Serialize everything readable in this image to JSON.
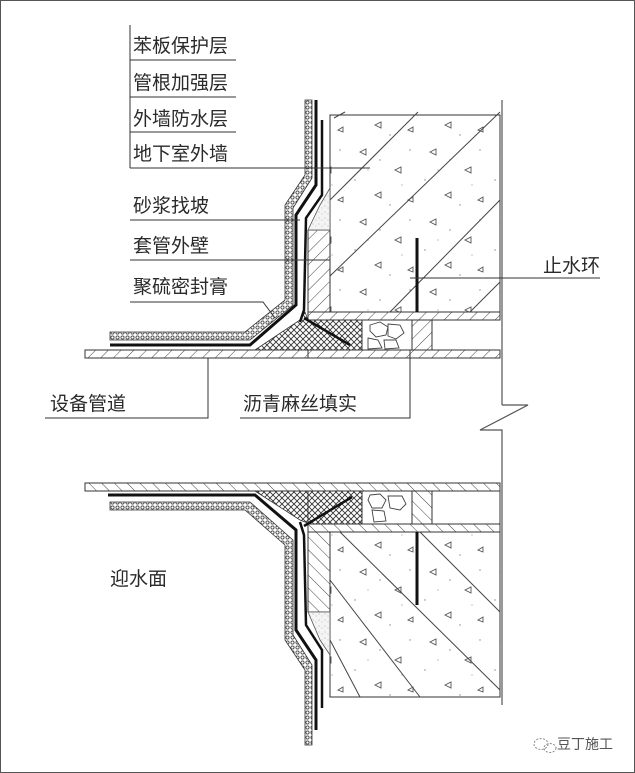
{
  "diagram": {
    "title": "地下室外墙穿墙管道防水构造（套管式）",
    "colors": {
      "line": "#333333",
      "membrane": "#111111",
      "hatch": "#444444",
      "background": "#ffffff"
    },
    "labels": {
      "top_stack": [
        {
          "id": "protect",
          "text": "苯板保护层"
        },
        {
          "id": "reinforce",
          "text": "管根加强层"
        },
        {
          "id": "waterproof",
          "text": "外墙防水层"
        },
        {
          "id": "wall",
          "text": "地下室外墙"
        }
      ],
      "mid_stack": [
        {
          "id": "mortar",
          "text": "砂浆找坡"
        },
        {
          "id": "sleeve",
          "text": "套管外壁"
        },
        {
          "id": "sealant",
          "text": "聚硫密封膏"
        }
      ],
      "pipe": "设备管道",
      "filler": "沥青麻丝填实",
      "water_stop_ring": "止水环",
      "water_side": "迎水面"
    },
    "watermark": {
      "icon": "wechat-icon",
      "text": "豆丁施工"
    }
  }
}
